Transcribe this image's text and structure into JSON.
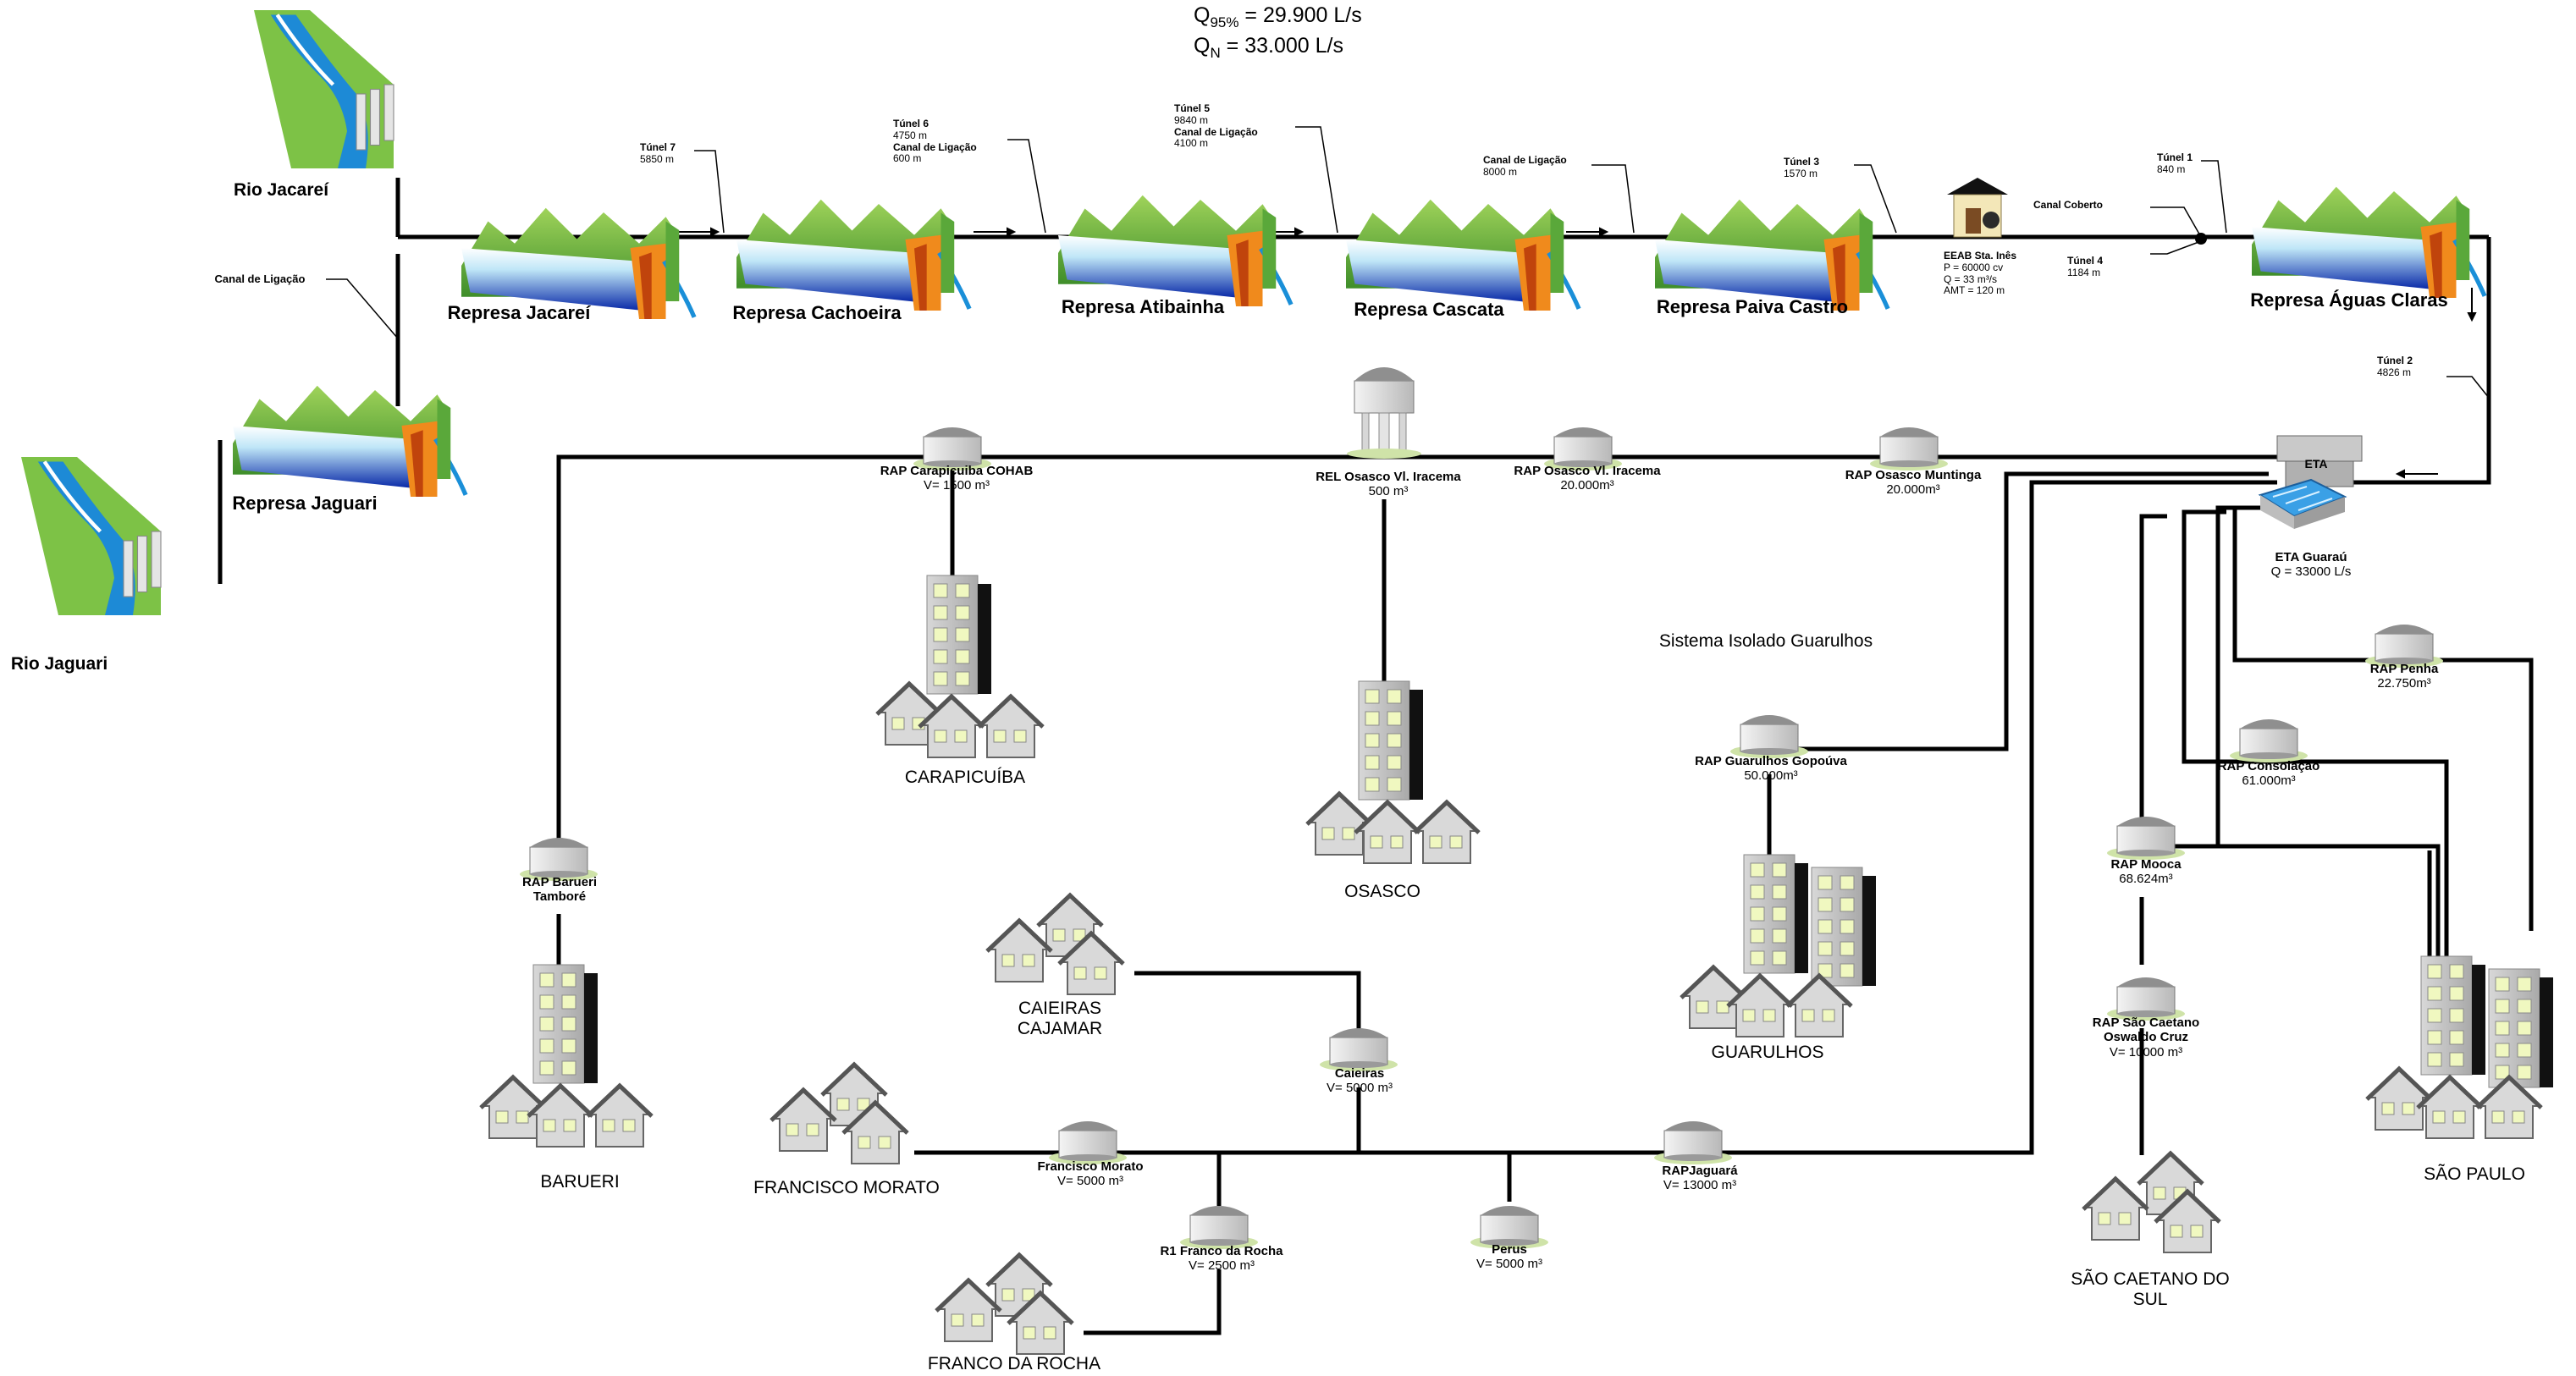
{
  "flow": {
    "q95": "Q",
    "q95_sub": "95%",
    "q95_val": " = 29.900 L/s",
    "qn": "Q",
    "qn_sub": "N",
    "qn_val": " = 33.000 L/s"
  },
  "rivers": {
    "jacarei": "Rio Jacareí",
    "jaguari": "Rio Jaguari"
  },
  "dams": {
    "jacarei": "Represa Jacareí",
    "cachoeira": "Represa Cachoeira",
    "atibainha": "Represa Atibainha",
    "cascata": "Represa Cascata",
    "paiva": "Represa Paiva Castro",
    "aguas": "Represa Águas Claras",
    "jaguari": "Represa Jaguari"
  },
  "links": {
    "canal_lig_left": "Canal de Ligação",
    "t7_name": "Túnel 7",
    "t7_len": "5850 m",
    "t6_name": "Túnel 6",
    "t6_len": "4750 m",
    "t6_canal": "Canal de Ligação",
    "t6_canal_len": "600 m",
    "t5_name": "Túnel 5",
    "t5_len": "9840 m",
    "t5_canal": "Canal de Ligação",
    "t5_canal_len": "4100 m",
    "cl_name": "Canal de Ligação",
    "cl_len": "8000 m",
    "t3_name": "Túnel 3",
    "t3_len": "1570 m",
    "t1_name": "Túnel 1",
    "t1_len": "840 m",
    "t4_name": "Túnel 4",
    "t4_len": "1184 m",
    "canal_coberto": "Canal Coberto",
    "t2_name": "Túnel 2",
    "t2_len": "4826 m"
  },
  "eeab": {
    "name": "EEAB Sta. Inês",
    "p": "P = 60000 cv",
    "q": "Q = 33 m³/s",
    "amt": "AMT = 120 m"
  },
  "eta": {
    "tag": "ETA",
    "name": "ETA Guaraú",
    "q": "Q = 33000 L/s"
  },
  "reservoirs": {
    "cohab_name": "RAP Carapicuiba COHAB",
    "cohab_vol": "V= 1500 m³",
    "iracema_rel_name": "REL Osasco Vl. Iracema",
    "iracema_rel_vol": "500 m³",
    "iracema_rap_name": "RAP Osasco Vl. Iracema",
    "iracema_rap_vol": "20.000m³",
    "muntinga_name": "RAP Osasco Muntinga",
    "muntinga_vol": "20.000m³",
    "penha_name": "RAP Penha",
    "penha_vol": "22.750m³",
    "consolacao_name": "RAP Consolação",
    "consolacao_vol": "61.000m³",
    "mooca_name": "RAP Mooca",
    "mooca_vol": "68.624m³",
    "scs_name1": "RAP São Caetano",
    "scs_name2": "Oswaldo Cruz",
    "scs_vol": "V= 10000 m³",
    "gopouva_name": "RAP Guarulhos Gopoúva",
    "gopouva_vol": "50.000m³",
    "barueri_name1": "RAP Barueri",
    "barueri_name2": "Tamboré",
    "caieiras_name": "Caieiras",
    "caieiras_vol": "V= 5000 m³",
    "fmorato_name": "Francisco Morato",
    "fmorato_vol": "V= 5000 m³",
    "francorocha_name": "R1 Franco da Rocha",
    "francorocha_vol": "V= 2500 m³",
    "perus_name": "Perus",
    "perus_vol": "V= 5000 m³",
    "jaguara_name": "RAPJaguará",
    "jaguara_vol": "V= 13000 m³"
  },
  "system": {
    "guarulhos_isolado": "Sistema Isolado Guarulhos"
  },
  "cities": {
    "carapicuiba": "CARAPICUÍBA",
    "osasco": "OSASCO",
    "barueri": "BARUERI",
    "caieiras1": "CAIEIRAS",
    "caieiras2": "CAJAMAR",
    "fmorato": "FRANCISCO MORATO",
    "francorocha": "FRANCO DA ROCHA",
    "guarulhos": "GUARULHOS",
    "scs1": "SÃO CAETANO DO",
    "scs2": "SUL",
    "saopaulo": "SÃO PAULO"
  }
}
